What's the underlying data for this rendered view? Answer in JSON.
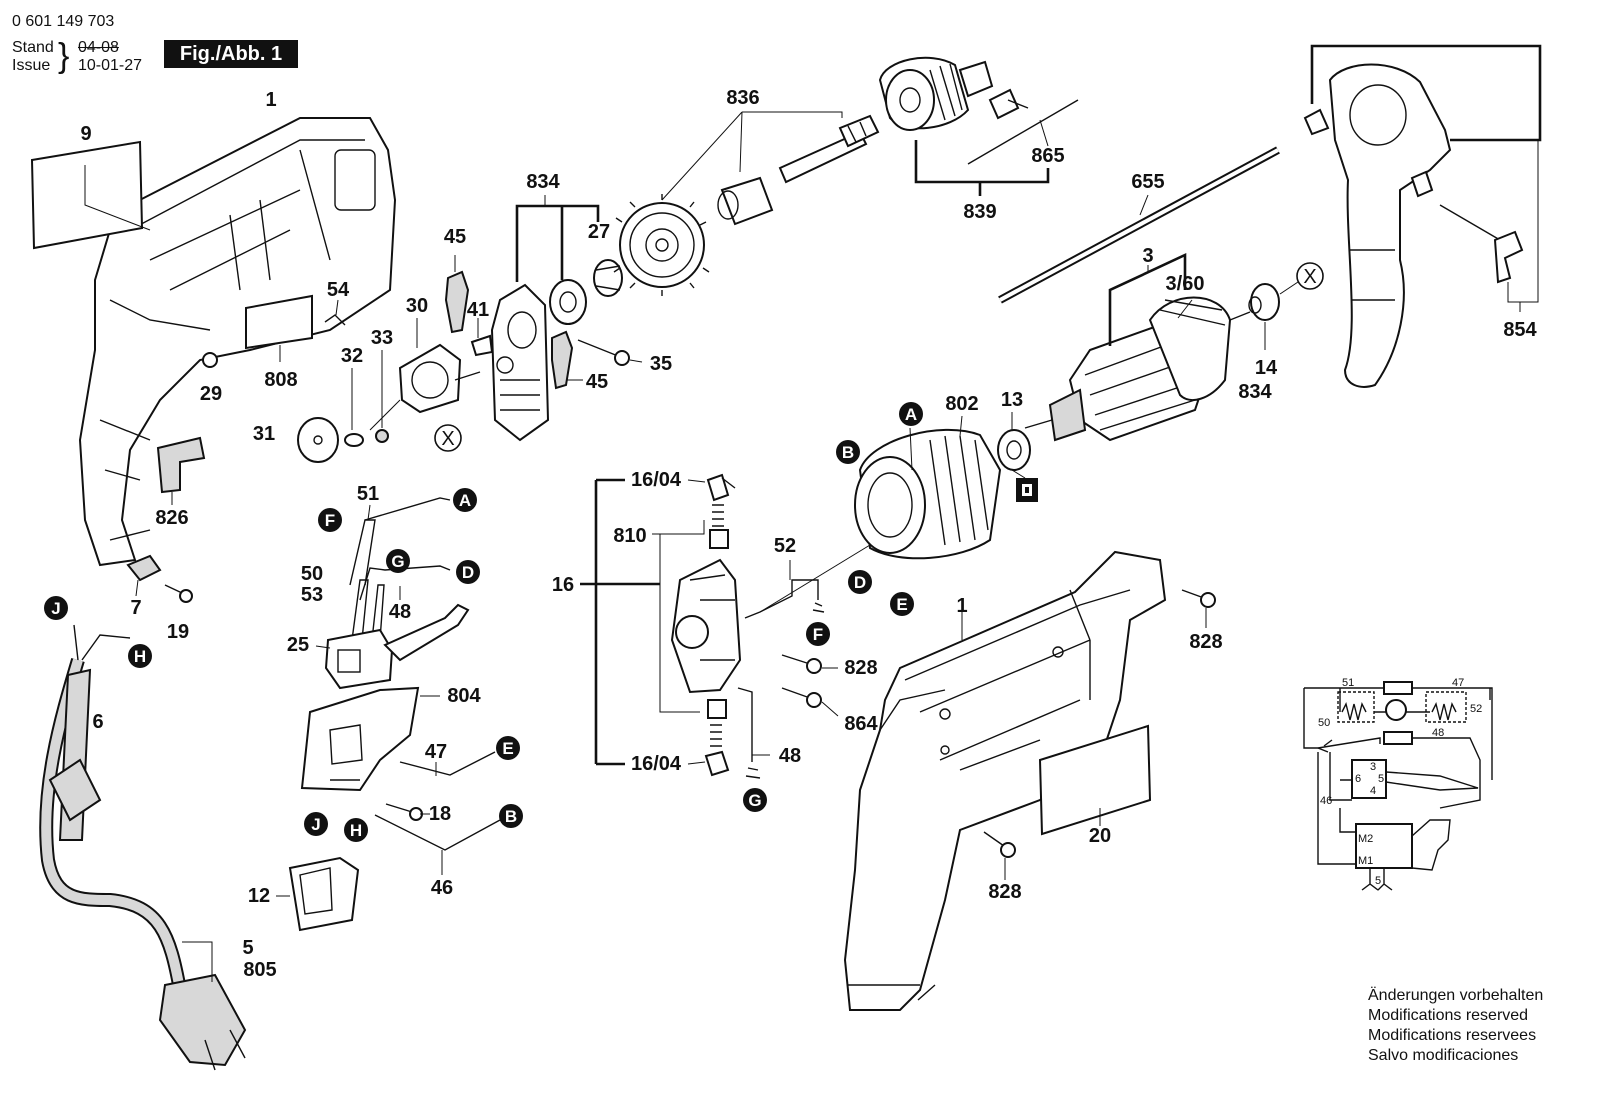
{
  "header": {
    "part_number": "0 601 149 703",
    "stand_label": "Stand",
    "stand_value_struck": "04-08",
    "issue_label": "Issue",
    "issue_value": "10-01-27",
    "figure_label": "Fig./Abb. 1"
  },
  "modifications": [
    "Änderungen vorbehalten",
    "Modifications reserved",
    "Modifications reservees",
    "Salvo modificaciones"
  ],
  "connectors": {
    "A": "A",
    "B": "B",
    "D": "D",
    "E": "E",
    "F": "F",
    "G": "G",
    "H": "H",
    "J": "J",
    "X": "X"
  },
  "labels": {
    "p1_top": "1",
    "p9": "9",
    "p54": "54",
    "p808": "808",
    "p29": "29",
    "p826": "826",
    "p7": "7",
    "p19": "19",
    "p6": "6",
    "p5": "5",
    "p805": "805",
    "p30": "30",
    "p32": "32",
    "p33": "33",
    "p31": "31",
    "p45_top": "45",
    "p41": "41",
    "p834_top": "834",
    "p27": "27",
    "p35": "35",
    "p45_bot": "45",
    "p836": "836",
    "p865": "865",
    "p839": "839",
    "p655": "655",
    "p3": "3",
    "p3_60": "3/60",
    "p14": "14",
    "p834_right": "834",
    "p854": "854",
    "p802": "802",
    "p13": "13",
    "p16_04_top": "16/04",
    "p810": "810",
    "p16": "16",
    "p16_04_bot": "16/04",
    "p52": "52",
    "p828_a": "828",
    "p864": "864",
    "p48_mid": "48",
    "p1_right": "1",
    "p828_b": "828",
    "p20": "20",
    "p828_c": "828",
    "p51": "51",
    "p50": "50",
    "p53": "53",
    "p48_left": "48",
    "p25": "25",
    "p804": "804",
    "p47": "47",
    "p18": "18",
    "p46": "46",
    "p12": "12"
  },
  "wiring": {
    "w51": "51",
    "w47": "47",
    "w50": "50",
    "w52": "52",
    "w48": "48",
    "w46": "46",
    "t3": "3",
    "t6": "6",
    "t5": "5",
    "t4": "4",
    "m2": "M2",
    "m1": "M1",
    "t5b": "5"
  }
}
